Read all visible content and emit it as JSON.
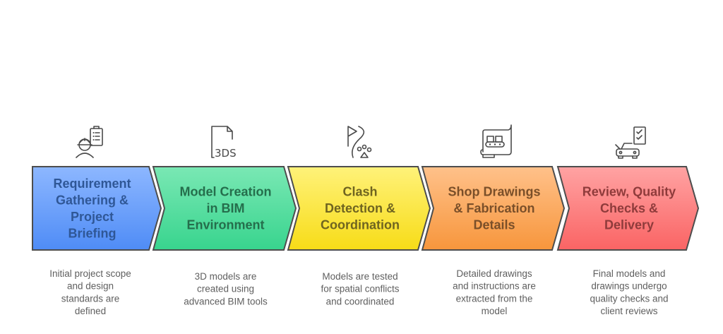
{
  "diagram": {
    "type": "process-chevron-flow",
    "steps": [
      {
        "title_lines": [
          "Requirement",
          "Gathering &",
          "Project",
          "Briefing"
        ],
        "description_lines": [
          "Initial project scope",
          "and design",
          "standards are",
          "defined"
        ],
        "icon": "engineer-clipboard-icon",
        "colors": {
          "top": "#8db7ff",
          "bottom": "#4f8cf6",
          "text": "#2f5796"
        }
      },
      {
        "title_lines": [
          "Model Creation",
          "in BIM",
          "Environment"
        ],
        "description_lines": [
          "3D models are",
          "created using",
          "advanced BIM tools"
        ],
        "icon": "3ds-file-icon",
        "icon_text": "3DS",
        "colors": {
          "top": "#7ae8b4",
          "bottom": "#38d48e",
          "text": "#256e4c"
        }
      },
      {
        "title_lines": [
          "Clash",
          "Detection &",
          "Coordination"
        ],
        "description_lines": [
          "Models are tested",
          "for spatial conflicts",
          "and coordinated"
        ],
        "icon": "flag-path-icon",
        "colors": {
          "top": "#fff27a",
          "bottom": "#f7dc17",
          "text": "#6f6420"
        }
      },
      {
        "title_lines": [
          "Shop Drawings",
          "& Fabrication",
          "Details"
        ],
        "description_lines": [
          "Detailed drawings",
          "and instructions are",
          "extracted from the",
          "model"
        ],
        "icon": "conveyor-blueprint-icon",
        "colors": {
          "top": "#ffc18a",
          "bottom": "#f7963c",
          "text": "#7a4f29"
        }
      },
      {
        "title_lines": [
          "Review, Quality",
          "Checks &",
          "Delivery"
        ],
        "description_lines": [
          "Final models and",
          "drawings undergo",
          "quality checks and",
          "client reviews"
        ],
        "icon": "delivery-checklist-icon",
        "colors": {
          "top": "#ffa3a3",
          "bottom": "#fa6464",
          "text": "#8f3b3b"
        }
      }
    ],
    "outline_color": "#4d4d4d"
  }
}
